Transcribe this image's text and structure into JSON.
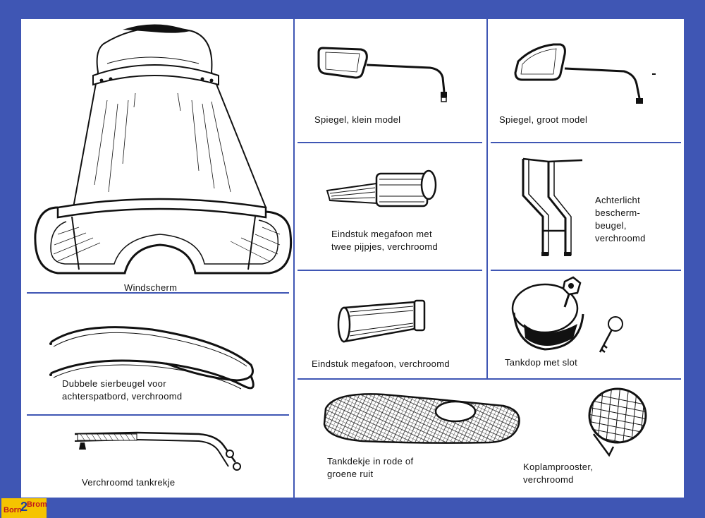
{
  "items": {
    "windscherm": {
      "caption": [
        "Windscherm"
      ]
    },
    "spiegel_klein": {
      "caption": [
        "Spiegel, klein model"
      ]
    },
    "spiegel_groot": {
      "caption": [
        "Spiegel, groot model"
      ]
    },
    "eindstuk_twee": {
      "caption": [
        "Eindstuk megafoon met",
        "twee pijpjes, verchroomd"
      ]
    },
    "achterlicht": {
      "caption": [
        "Achterlicht",
        "bescherm-",
        "beugel,",
        "verchroomd"
      ]
    },
    "eindstuk": {
      "caption": [
        "Eindstuk megafoon, verchroomd"
      ]
    },
    "tankdop": {
      "caption": [
        "Tankdop met slot"
      ]
    },
    "sierbeugel": {
      "caption": [
        "Dubbele sierbeugel voor",
        "achterspatbord, verchroomd"
      ]
    },
    "tankrekje": {
      "caption": [
        "Verchroomd tankrekje"
      ]
    },
    "tankdekje": {
      "caption": [
        "Tankdekje in rode of",
        "groene ruit"
      ]
    },
    "koplamp": {
      "caption": [
        "Koplamprooster,",
        "verchroomd"
      ]
    }
  },
  "logo": {
    "top": "Born",
    "number": "2",
    "bottom": "Brom"
  },
  "colors": {
    "frame": "#3f56b4",
    "paper": "#ffffff",
    "ink": "#111111",
    "logo_bg": "#f5c400",
    "logo_text": "#c0161b"
  }
}
